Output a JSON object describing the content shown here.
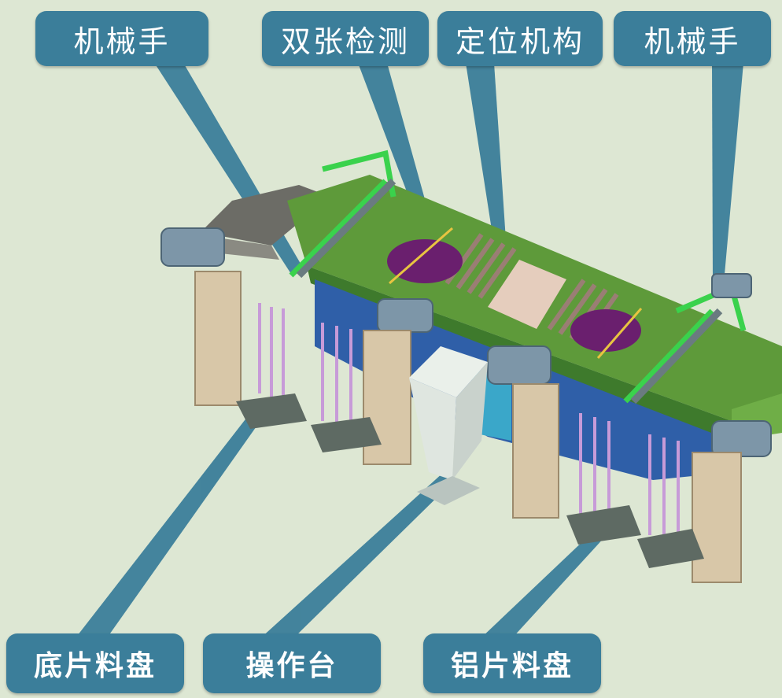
{
  "labels": {
    "robot_arm_left": "机械手",
    "double_sheet_detection": "双张检测",
    "positioning_mechanism": "定位机构",
    "robot_arm_right": "机械手",
    "base_sheet_tray": "底片料盘",
    "operating_table": "操作台",
    "aluminum_sheet_tray": "铝片料盘"
  },
  "colors": {
    "background": "#dde7d3",
    "callout": "#3b7e9a",
    "conveyor_green": "#5e9a3a",
    "frame_blue": "#2f5fa8",
    "post_tan": "#d8c7a8",
    "motor_steel": "#7d96a8",
    "disc_purple": "#6a1f6e"
  }
}
